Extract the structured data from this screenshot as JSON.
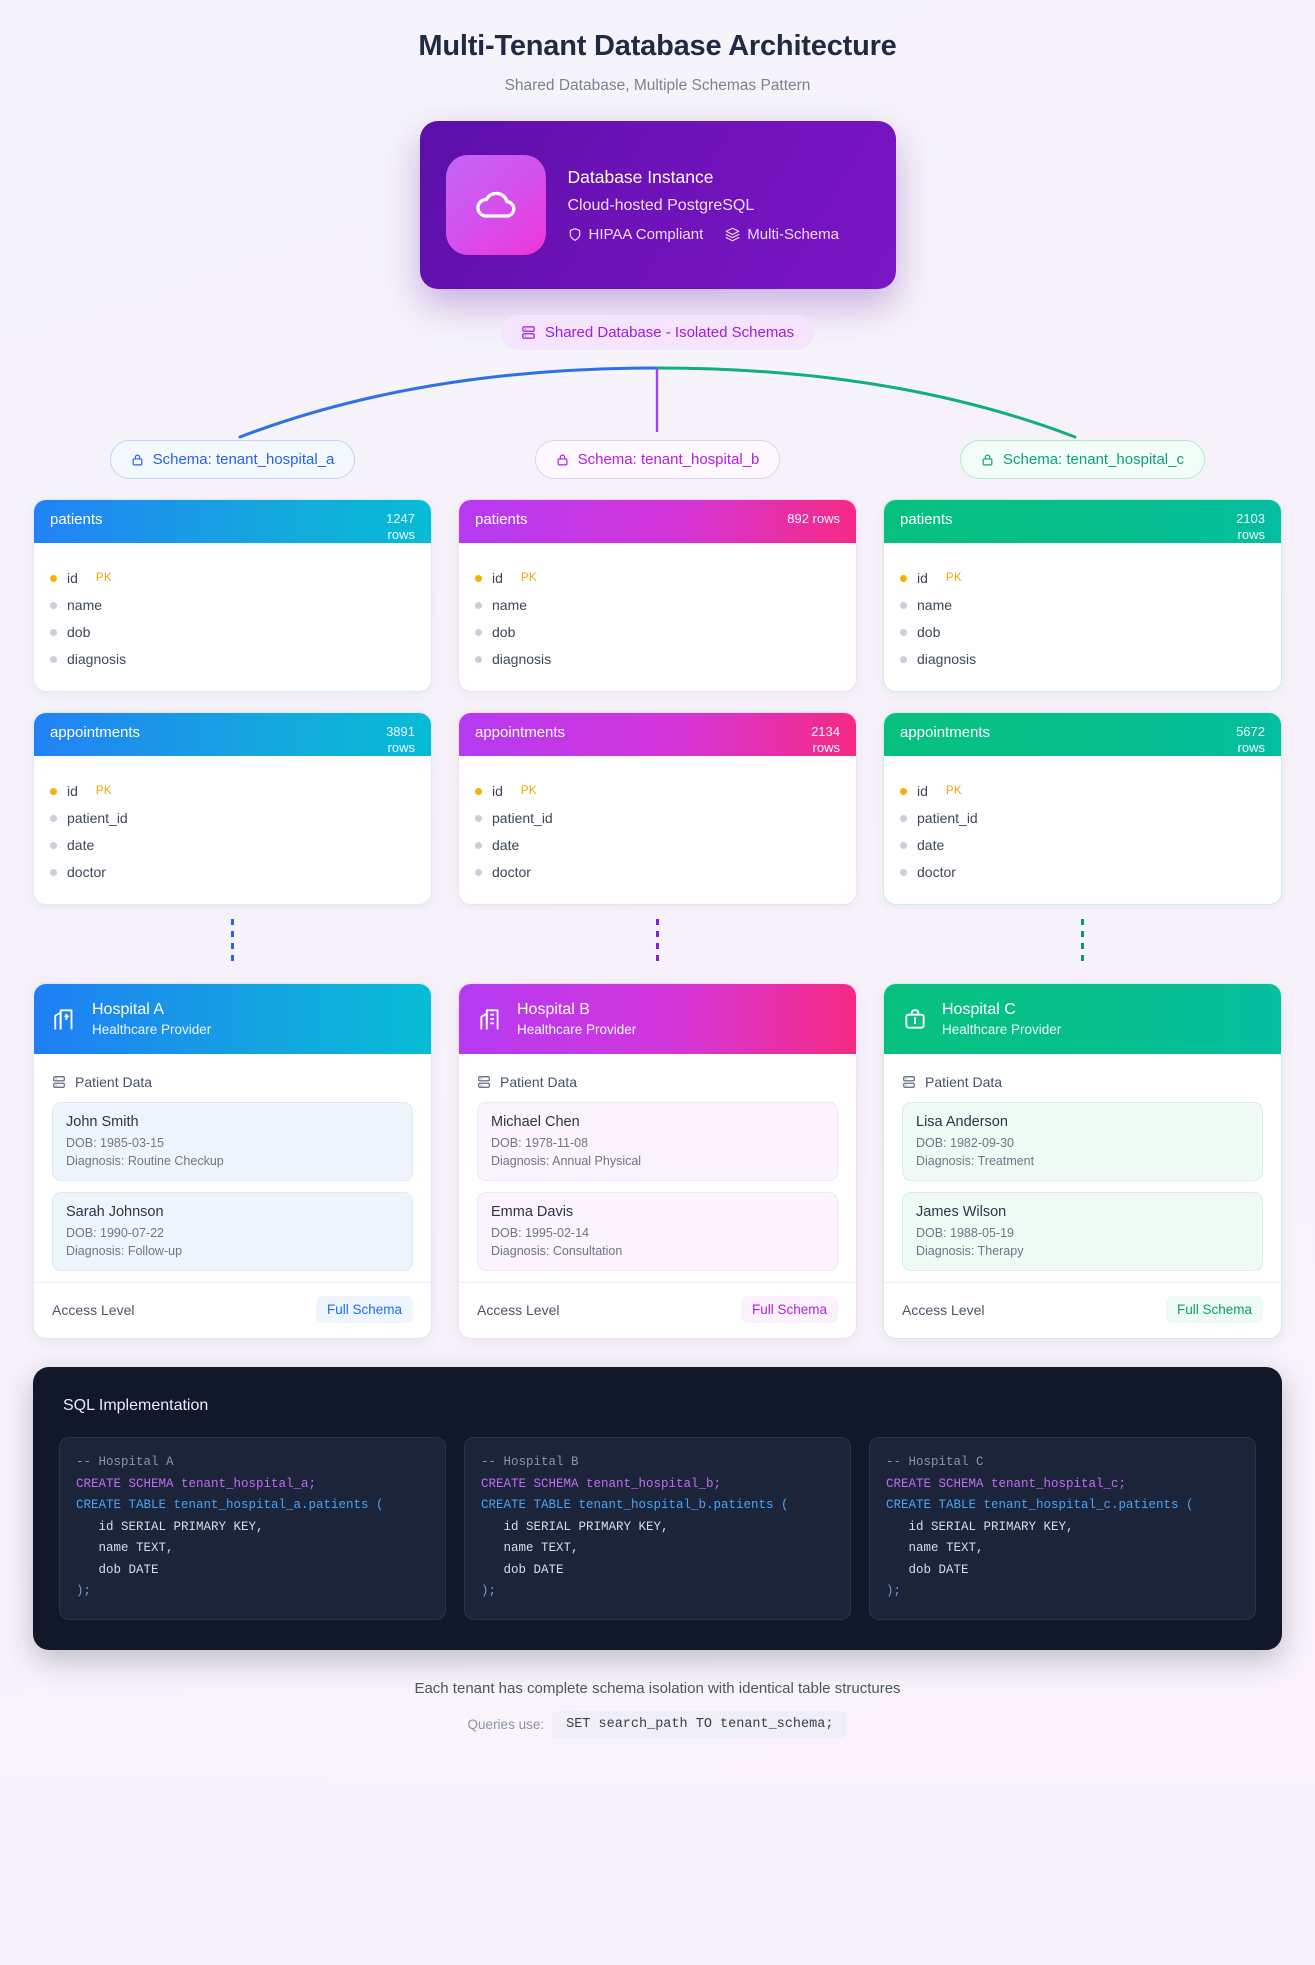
{
  "header": {
    "title": "Multi-Tenant Database Architecture",
    "subtitle": "Shared Database, Multiple Schemas Pattern"
  },
  "database_instance": {
    "icon": "cloud-icon",
    "title": "Database Instance",
    "subtitle": "Cloud-hosted PostgreSQL",
    "badges": [
      {
        "icon": "shield-icon",
        "label": "HIPAA Compliant"
      },
      {
        "icon": "layers-icon",
        "label": "Multi-Schema"
      }
    ]
  },
  "shared_pill": {
    "icon": "database-icon",
    "label": "Shared Database - Isolated Schemas"
  },
  "tenants": [
    {
      "key": "a",
      "schema_label": "Schema: tenant_hospital_a",
      "accent": "#2563eb",
      "tables": [
        {
          "name": "patients",
          "rows": "1247 rows",
          "fields": [
            {
              "name": "id",
              "pk": "PK"
            },
            {
              "name": "name",
              "pk": ""
            },
            {
              "name": "dob",
              "pk": ""
            },
            {
              "name": "diagnosis",
              "pk": ""
            }
          ]
        },
        {
          "name": "appointments",
          "rows": "3891 rows",
          "fields": [
            {
              "name": "id",
              "pk": "PK"
            },
            {
              "name": "patient_id",
              "pk": ""
            },
            {
              "name": "date",
              "pk": ""
            },
            {
              "name": "doctor",
              "pk": ""
            }
          ]
        }
      ],
      "hospital": {
        "icon": "hospital-icon",
        "name": "Hospital A",
        "role": "Healthcare Provider",
        "patient_data_label": "Patient Data",
        "patients": [
          {
            "name": "John Smith",
            "dob": "DOB: 1985-03-15",
            "diagnosis": "Diagnosis: Routine Checkup"
          },
          {
            "name": "Sarah Johnson",
            "dob": "DOB: 1990-07-22",
            "diagnosis": "Diagnosis: Follow-up"
          }
        ],
        "access_label": "Access Level",
        "access_value": "Full Schema"
      },
      "sql": {
        "comment": "-- Hospital A",
        "create_schema": "CREATE SCHEMA tenant_hospital_a;",
        "create_table": "CREATE TABLE tenant_hospital_a.patients (",
        "columns": "   id SERIAL PRIMARY KEY,\n   name TEXT,\n   dob DATE",
        "close": ");"
      }
    },
    {
      "key": "b",
      "schema_label": "Schema: tenant_hospital_b",
      "accent": "#b021e0",
      "tables": [
        {
          "name": "patients",
          "rows": "892 rows",
          "fields": [
            {
              "name": "id",
              "pk": "PK"
            },
            {
              "name": "name",
              "pk": ""
            },
            {
              "name": "dob",
              "pk": ""
            },
            {
              "name": "diagnosis",
              "pk": ""
            }
          ]
        },
        {
          "name": "appointments",
          "rows": "2134 rows",
          "fields": [
            {
              "name": "id",
              "pk": "PK"
            },
            {
              "name": "patient_id",
              "pk": ""
            },
            {
              "name": "date",
              "pk": ""
            },
            {
              "name": "doctor",
              "pk": ""
            }
          ]
        }
      ],
      "hospital": {
        "icon": "building-icon",
        "name": "Hospital B",
        "role": "Healthcare Provider",
        "patient_data_label": "Patient Data",
        "patients": [
          {
            "name": "Michael Chen",
            "dob": "DOB: 1978-11-08",
            "diagnosis": "Diagnosis: Annual Physical"
          },
          {
            "name": "Emma Davis",
            "dob": "DOB: 1995-02-14",
            "diagnosis": "Diagnosis: Consultation"
          }
        ],
        "access_label": "Access Level",
        "access_value": "Full Schema"
      },
      "sql": {
        "comment": "-- Hospital B",
        "create_schema": "CREATE SCHEMA tenant_hospital_b;",
        "create_table": "CREATE TABLE tenant_hospital_b.patients (",
        "columns": "   id SERIAL PRIMARY KEY,\n   name TEXT,\n   dob DATE",
        "close": ");"
      }
    },
    {
      "key": "c",
      "schema_label": "Schema: tenant_hospital_c",
      "accent": "#0ea371",
      "tables": [
        {
          "name": "patients",
          "rows": "2103 rows",
          "fields": [
            {
              "name": "id",
              "pk": "PK"
            },
            {
              "name": "name",
              "pk": ""
            },
            {
              "name": "dob",
              "pk": ""
            },
            {
              "name": "diagnosis",
              "pk": ""
            }
          ]
        },
        {
          "name": "appointments",
          "rows": "5672 rows",
          "fields": [
            {
              "name": "id",
              "pk": "PK"
            },
            {
              "name": "patient_id",
              "pk": ""
            },
            {
              "name": "date",
              "pk": ""
            },
            {
              "name": "doctor",
              "pk": ""
            }
          ]
        }
      ],
      "hospital": {
        "icon": "briefcase-icon",
        "name": "Hospital C",
        "role": "Healthcare Provider",
        "patient_data_label": "Patient Data",
        "patients": [
          {
            "name": "Lisa Anderson",
            "dob": "DOB: 1982-09-30",
            "diagnosis": "Diagnosis: Treatment"
          },
          {
            "name": "James Wilson",
            "dob": "DOB: 1988-05-19",
            "diagnosis": "Diagnosis: Therapy"
          }
        ],
        "access_label": "Access Level",
        "access_value": "Full Schema"
      },
      "sql": {
        "comment": "-- Hospital C",
        "create_schema": "CREATE SCHEMA tenant_hospital_c;",
        "create_table": "CREATE TABLE tenant_hospital_c.patients (",
        "columns": "   id SERIAL PRIMARY KEY,\n   name TEXT,\n   dob DATE",
        "close": ");"
      }
    }
  ],
  "sql_panel": {
    "title": "SQL Implementation"
  },
  "footer": {
    "main": "Each tenant has complete schema isolation with identical table structures",
    "queries_label": "Queries use:",
    "queries_code": "SET search_path TO tenant_schema;"
  },
  "colors": {
    "tenant_a": "#2563eb",
    "tenant_b": "#b021e0",
    "tenant_c": "#0ea371",
    "db_purple": "#6d12b8",
    "pk_amber": "#f0a500"
  }
}
